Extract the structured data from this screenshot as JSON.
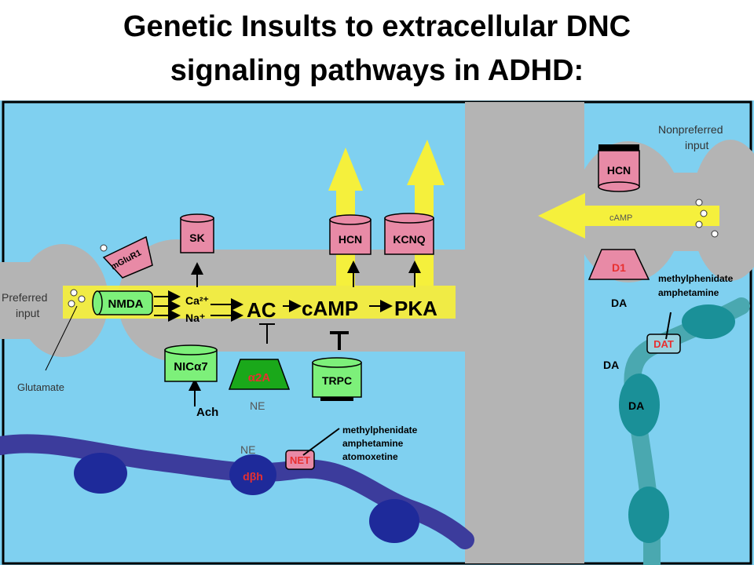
{
  "slide": {
    "title_line1": "Genetic Insults to extracellular DNC",
    "title_line2": "signaling pathways in ADHD:"
  },
  "diagram": {
    "inputs": {
      "preferred_line1": "Preferred",
      "preferred_line2": "input",
      "glutamate": "Glutamate",
      "nonpreferred_line1": "Nonpreferred",
      "nonpreferred_line2": "input"
    },
    "receptors": {
      "mglur1": "mGluR1",
      "nmda": "NMDA",
      "sk": "SK",
      "hcn_left": "HCN",
      "kcnq": "KCNQ",
      "nic": "NICα7",
      "alpha2a": "α2A",
      "trpc": "TRPC",
      "hcn_right": "HCN",
      "d1": "D1",
      "net": "NET",
      "dat": "DAT",
      "dbh": "dβh"
    },
    "signals": {
      "ca": "Ca²⁺",
      "na": "Na⁺",
      "ac": "AC",
      "camp": "cAMP",
      "pka": "PKA",
      "camp_right": "cAMP",
      "ach": "Ach",
      "ne_alpha": "NE",
      "ne_axon": "NE",
      "da1": "DA",
      "da2": "DA",
      "da3": "DA"
    },
    "drugs_net": [
      "methylphenidate",
      "amphetamine",
      "atomoxetine"
    ],
    "drugs_dat": [
      "methylphenidate",
      "amphetamine"
    ],
    "colors": {
      "background": "#7fd0f0",
      "neuron_gray": "#b4b4b4",
      "signal_yellow": "#f5f03c",
      "receptor_pink": "#e88aa6",
      "receptor_green": "#7df07a",
      "alpha2a_green": "#1aa81a",
      "ne_axon_blue": "#3c3c9c",
      "da_axon_teal": "#4aa8b0"
    }
  }
}
